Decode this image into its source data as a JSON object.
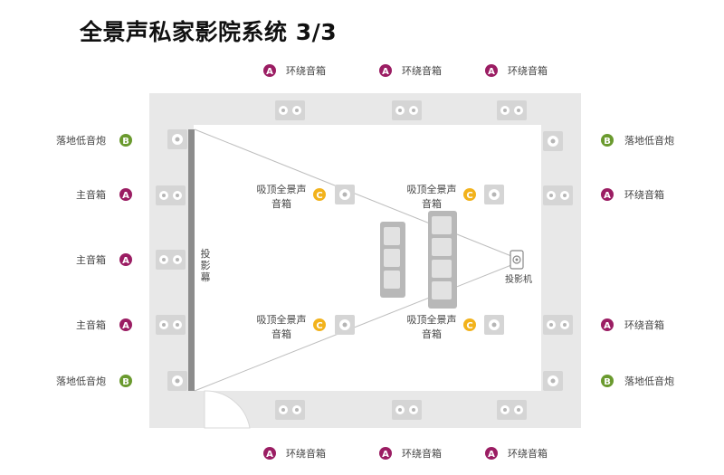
{
  "title": "全景声私家影院系统 3/3",
  "colors": {
    "badge_a": "#9b1d63",
    "badge_b": "#6a9a2e",
    "badge_c": "#f2b21b",
    "room_wall": "#e8e8e8",
    "speaker": "#d5d5d5",
    "screen": "#8c8c8c"
  },
  "badges": {
    "a": "A",
    "b": "B",
    "c": "C"
  },
  "labels": {
    "surround": "环绕音箱",
    "main": "主音箱",
    "sub": "落地低音炮",
    "atmos_line1": "吸顶全景声",
    "atmos_line2": "音箱",
    "projector": "投影机",
    "screen_chars": [
      "投",
      "影",
      "幕"
    ]
  }
}
